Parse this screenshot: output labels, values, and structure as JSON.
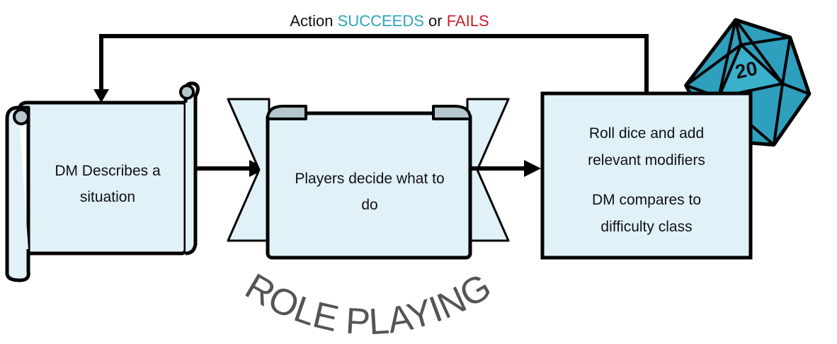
{
  "feedback": {
    "prefix": "Action",
    "succeeds": "SUCCEEDS",
    "joiner": "or",
    "fails": "FAILS",
    "succeeds_color": "#2aa7bd",
    "fails_color": "#d0202a"
  },
  "step1": {
    "line1": "DM Describes a",
    "line2": "situation"
  },
  "step2": {
    "line1": "Players decide what to",
    "line2": "do"
  },
  "step3": {
    "line1": "Roll dice and add",
    "line2": "relevant modifiers",
    "line3": "DM compares to",
    "line4": "difficulty class"
  },
  "die": {
    "face": "20",
    "color": "#2e9fbd",
    "icon": "d20-die-icon"
  },
  "arc_title": "ROLE PLAYING",
  "colors": {
    "panel_fill": "#e1f1f8",
    "scroll_curl": "#b5c7cc",
    "outline": "#000000",
    "arc_text": "#555555"
  }
}
